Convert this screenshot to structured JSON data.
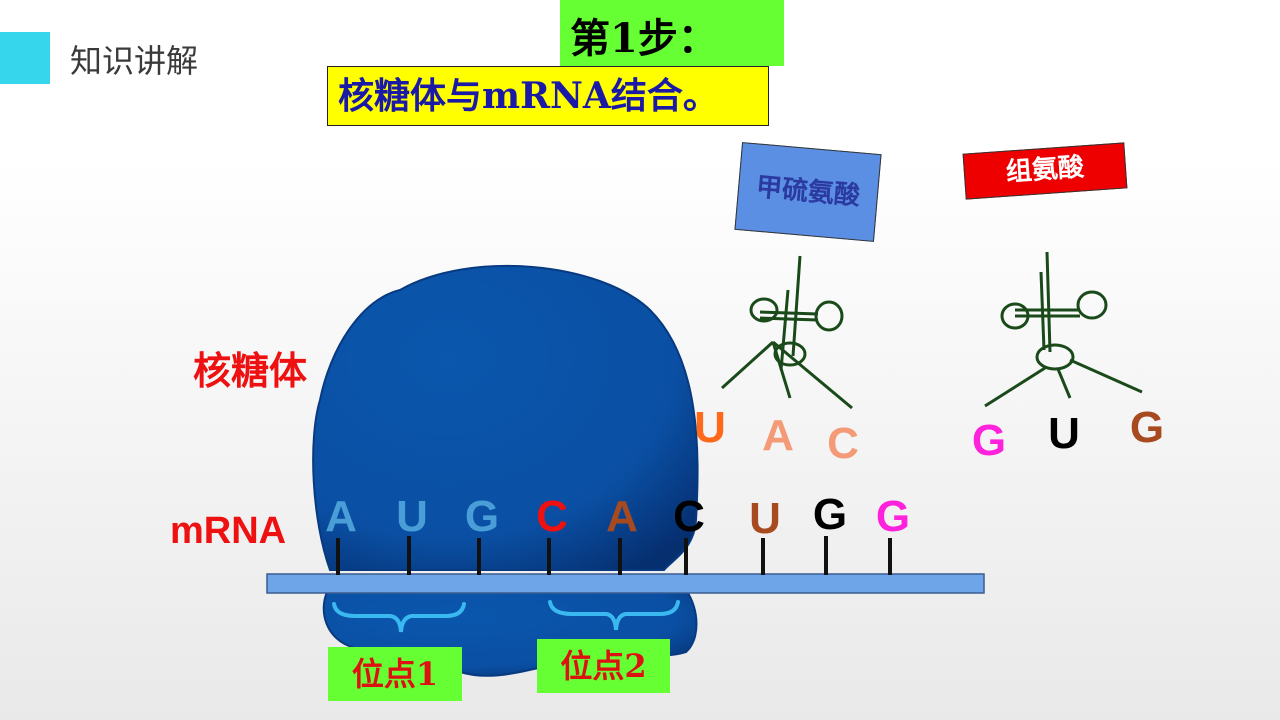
{
  "header": {
    "section_title": "知识讲解"
  },
  "step": {
    "label": "第1步：",
    "description": "核糖体与mRNA结合。"
  },
  "amino_acids": {
    "methionine": "甲硫氨酸",
    "histidine": "组氨酸"
  },
  "labels": {
    "ribosome": "核糖体",
    "mrna": "mRNA",
    "site1": "位点1",
    "site2": "位点2"
  },
  "mrna_bases": [
    {
      "letter": "A",
      "color": "#4a9ed8"
    },
    {
      "letter": "U",
      "color": "#4a9ed8"
    },
    {
      "letter": "G",
      "color": "#4a9ed8"
    },
    {
      "letter": "C",
      "color": "#ee1111"
    },
    {
      "letter": "A",
      "color": "#a84a20"
    },
    {
      "letter": "C",
      "color": "#000000"
    },
    {
      "letter": "U",
      "color": "#a84a20"
    },
    {
      "letter": "G",
      "color": "#000000"
    },
    {
      "letter": "G",
      "color": "#ff22dd"
    }
  ],
  "trna1_anticodon": [
    {
      "letter": "U",
      "color": "#ff6a1a"
    },
    {
      "letter": "A",
      "color": "#f49a76"
    },
    {
      "letter": "C",
      "color": "#f49a76"
    }
  ],
  "trna2_anticodon": [
    {
      "letter": "G",
      "color": "#ff22dd"
    },
    {
      "letter": "U",
      "color": "#000000"
    },
    {
      "letter": "G",
      "color": "#a84a20"
    }
  ],
  "colors": {
    "ribosome": "#0a57ad",
    "mrna_strand": "#6ea4e8",
    "trna": "#1a4a1a",
    "bracket": "#3ab8f0"
  }
}
